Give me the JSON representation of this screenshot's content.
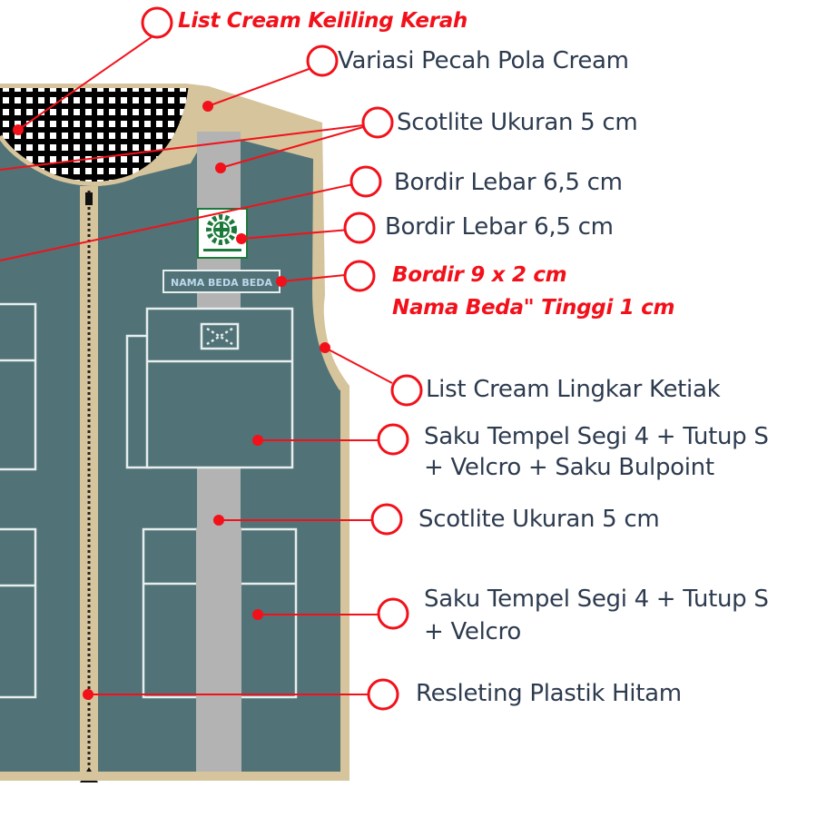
{
  "diagram": {
    "title": "Vest design specification callouts",
    "colors": {
      "vest_body": "#517276",
      "trim_cream": "#d5c49c",
      "scotlite_strip": "#b3b3b3",
      "callout_red": "#f2111a",
      "label_text": "#2d3b4f",
      "pocket_outline": "#e6eeee"
    },
    "collar_pattern": "black-white-grid",
    "badge": {
      "name_tag_text": "NAMA BEDA BEDA",
      "logo": "k3-safety-gear-logo"
    },
    "callouts": [
      {
        "id": "list-cream-keliling-kerah",
        "text": "List Cream Keliling Kerah",
        "emphasis": true
      },
      {
        "id": "variasi-pecah-pola-cream",
        "text": "Variasi Pecah Pola Cream",
        "emphasis": false
      },
      {
        "id": "scotlite-ukuran-5cm-top",
        "text": "Scotlite Ukuran 5 cm",
        "emphasis": false
      },
      {
        "id": "bordir-lebar-6-5cm-a",
        "text": "Bordir Lebar 6,5 cm",
        "emphasis": false
      },
      {
        "id": "bordir-lebar-6-5cm-b",
        "text": "Bordir Lebar 6,5 cm",
        "emphasis": false
      },
      {
        "id": "bordir-9x2cm",
        "lines": [
          "Bordir 9 x 2 cm",
          "Nama Beda\" Tinggi 1 cm"
        ],
        "emphasis": true
      },
      {
        "id": "list-cream-lingkar-ketiak",
        "text": "List Cream Lingkar Ketiak",
        "emphasis": false
      },
      {
        "id": "saku-tempel-upper",
        "lines": [
          "Saku Tempel Segi 4 + Tutup S",
          "+ Velcro + Saku Bulpoint"
        ],
        "emphasis": false
      },
      {
        "id": "scotlite-ukuran-5cm-mid",
        "text": "Scotlite Ukuran 5 cm",
        "emphasis": false
      },
      {
        "id": "saku-tempel-lower",
        "lines": [
          "Saku Tempel Segi 4 + Tutup S",
          "+ Velcro"
        ],
        "emphasis": false
      },
      {
        "id": "resleting-plastik-hitam",
        "text": "Resleting Plastik Hitam",
        "emphasis": false
      }
    ]
  }
}
